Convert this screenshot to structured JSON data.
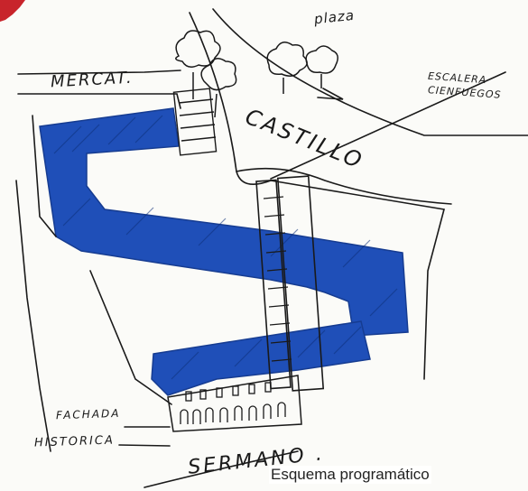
{
  "labels": {
    "plaza": "plaza",
    "mercat": "MERCAT.",
    "escalera_line1": "ESCALERA",
    "escalera_line2": "CIENFUEGOS",
    "castillo": "CASTILLO",
    "fachada_line1": "FACHADA",
    "fachada_line2": "HISTORICA",
    "sermano": "SERMANO ."
  },
  "caption": "Esquema programático",
  "colors": {
    "blue_fill": "#1f4fb8",
    "ink": "#1a1a1a",
    "corner_red": "#c8242b"
  }
}
